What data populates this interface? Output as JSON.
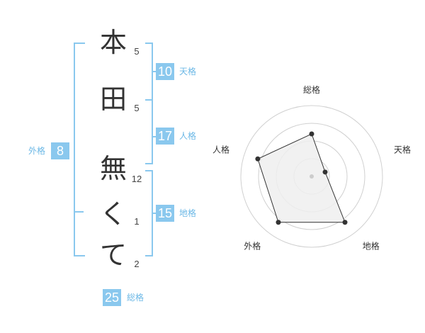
{
  "name_chars": [
    "本",
    "田",
    "無",
    "く",
    "て"
  ],
  "stroke_counts": [
    "5",
    "5",
    "12",
    "1",
    "2"
  ],
  "kaku": {
    "tenkaku": {
      "value": "10",
      "label": "天格"
    },
    "jinkaku": {
      "value": "17",
      "label": "人格"
    },
    "chikaku": {
      "value": "15",
      "label": "地格"
    },
    "gaikaku": {
      "value": "8",
      "label": "外格"
    },
    "soukaku": {
      "value": "25",
      "label": "総格"
    }
  },
  "colors": {
    "box": "#8ac8ee",
    "label": "#6cb8e6",
    "bracket": "#8ac8ee",
    "radar_fill": "#eeeeee"
  },
  "chart_data": {
    "type": "radar",
    "axes": [
      "総格",
      "天格",
      "地格",
      "外格",
      "人格"
    ],
    "values": [
      3,
      1,
      4,
      4,
      4
    ],
    "max": 5,
    "rings": 4
  }
}
